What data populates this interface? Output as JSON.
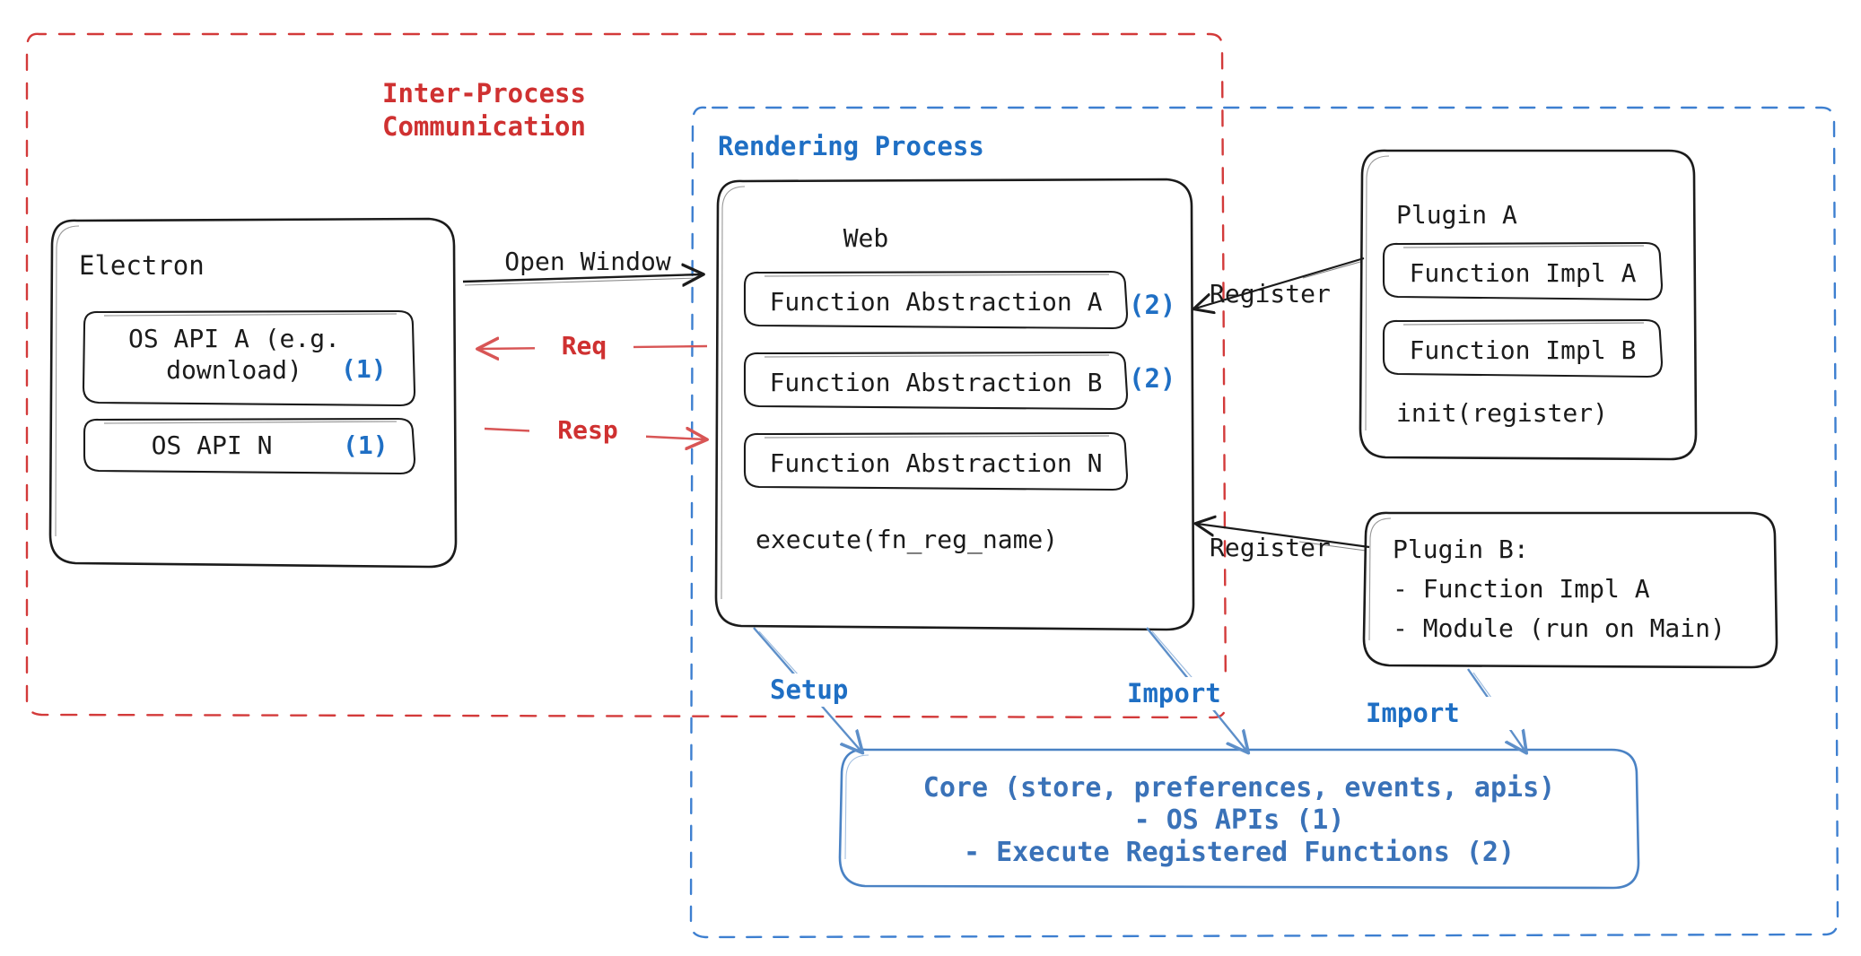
{
  "diagram": {
    "title_region": {
      "ipc_label": "Inter-Process\nCommunication",
      "rendering_process_label": "Rendering Process"
    },
    "colors": {
      "ipc_red": "#cf3131",
      "process_blue": "#1f6fc4",
      "core_blue": "#3a72b8",
      "stroke_black": "#1b1b1b",
      "background": "#ffffff"
    },
    "electron": {
      "title": "Electron",
      "items": [
        {
          "label": "OS API A (e.g.\ndownload)",
          "marker": "(1)"
        },
        {
          "label": "OS API N",
          "marker": "(1)"
        }
      ]
    },
    "web": {
      "title": "Web",
      "abstractions": [
        {
          "label": "Function Abstraction A",
          "marker": "(2)"
        },
        {
          "label": "Function Abstraction B",
          "marker": "(2)"
        },
        {
          "label": "Function Abstraction N",
          "marker": ""
        }
      ],
      "execute": "execute(fn_reg_name)"
    },
    "plugin_a": {
      "title": "Plugin A",
      "items": [
        "Function Impl A",
        "Function Impl B"
      ],
      "init": "init(register)"
    },
    "plugin_b": {
      "lines": [
        "Plugin B:",
        "- Function Impl A",
        "- Module (run on Main)"
      ]
    },
    "core": {
      "lines": [
        "Core (store, preferences, events, apis)",
        "- OS APIs (1)",
        "- Execute Registered Functions (2)"
      ]
    },
    "arrows": {
      "open_window": "Open Window",
      "req": "Req",
      "resp": "Resp",
      "register_top": "Register",
      "register_bottom": "Register",
      "setup": "Setup",
      "import_left": "Import",
      "import_right": "Import"
    }
  }
}
